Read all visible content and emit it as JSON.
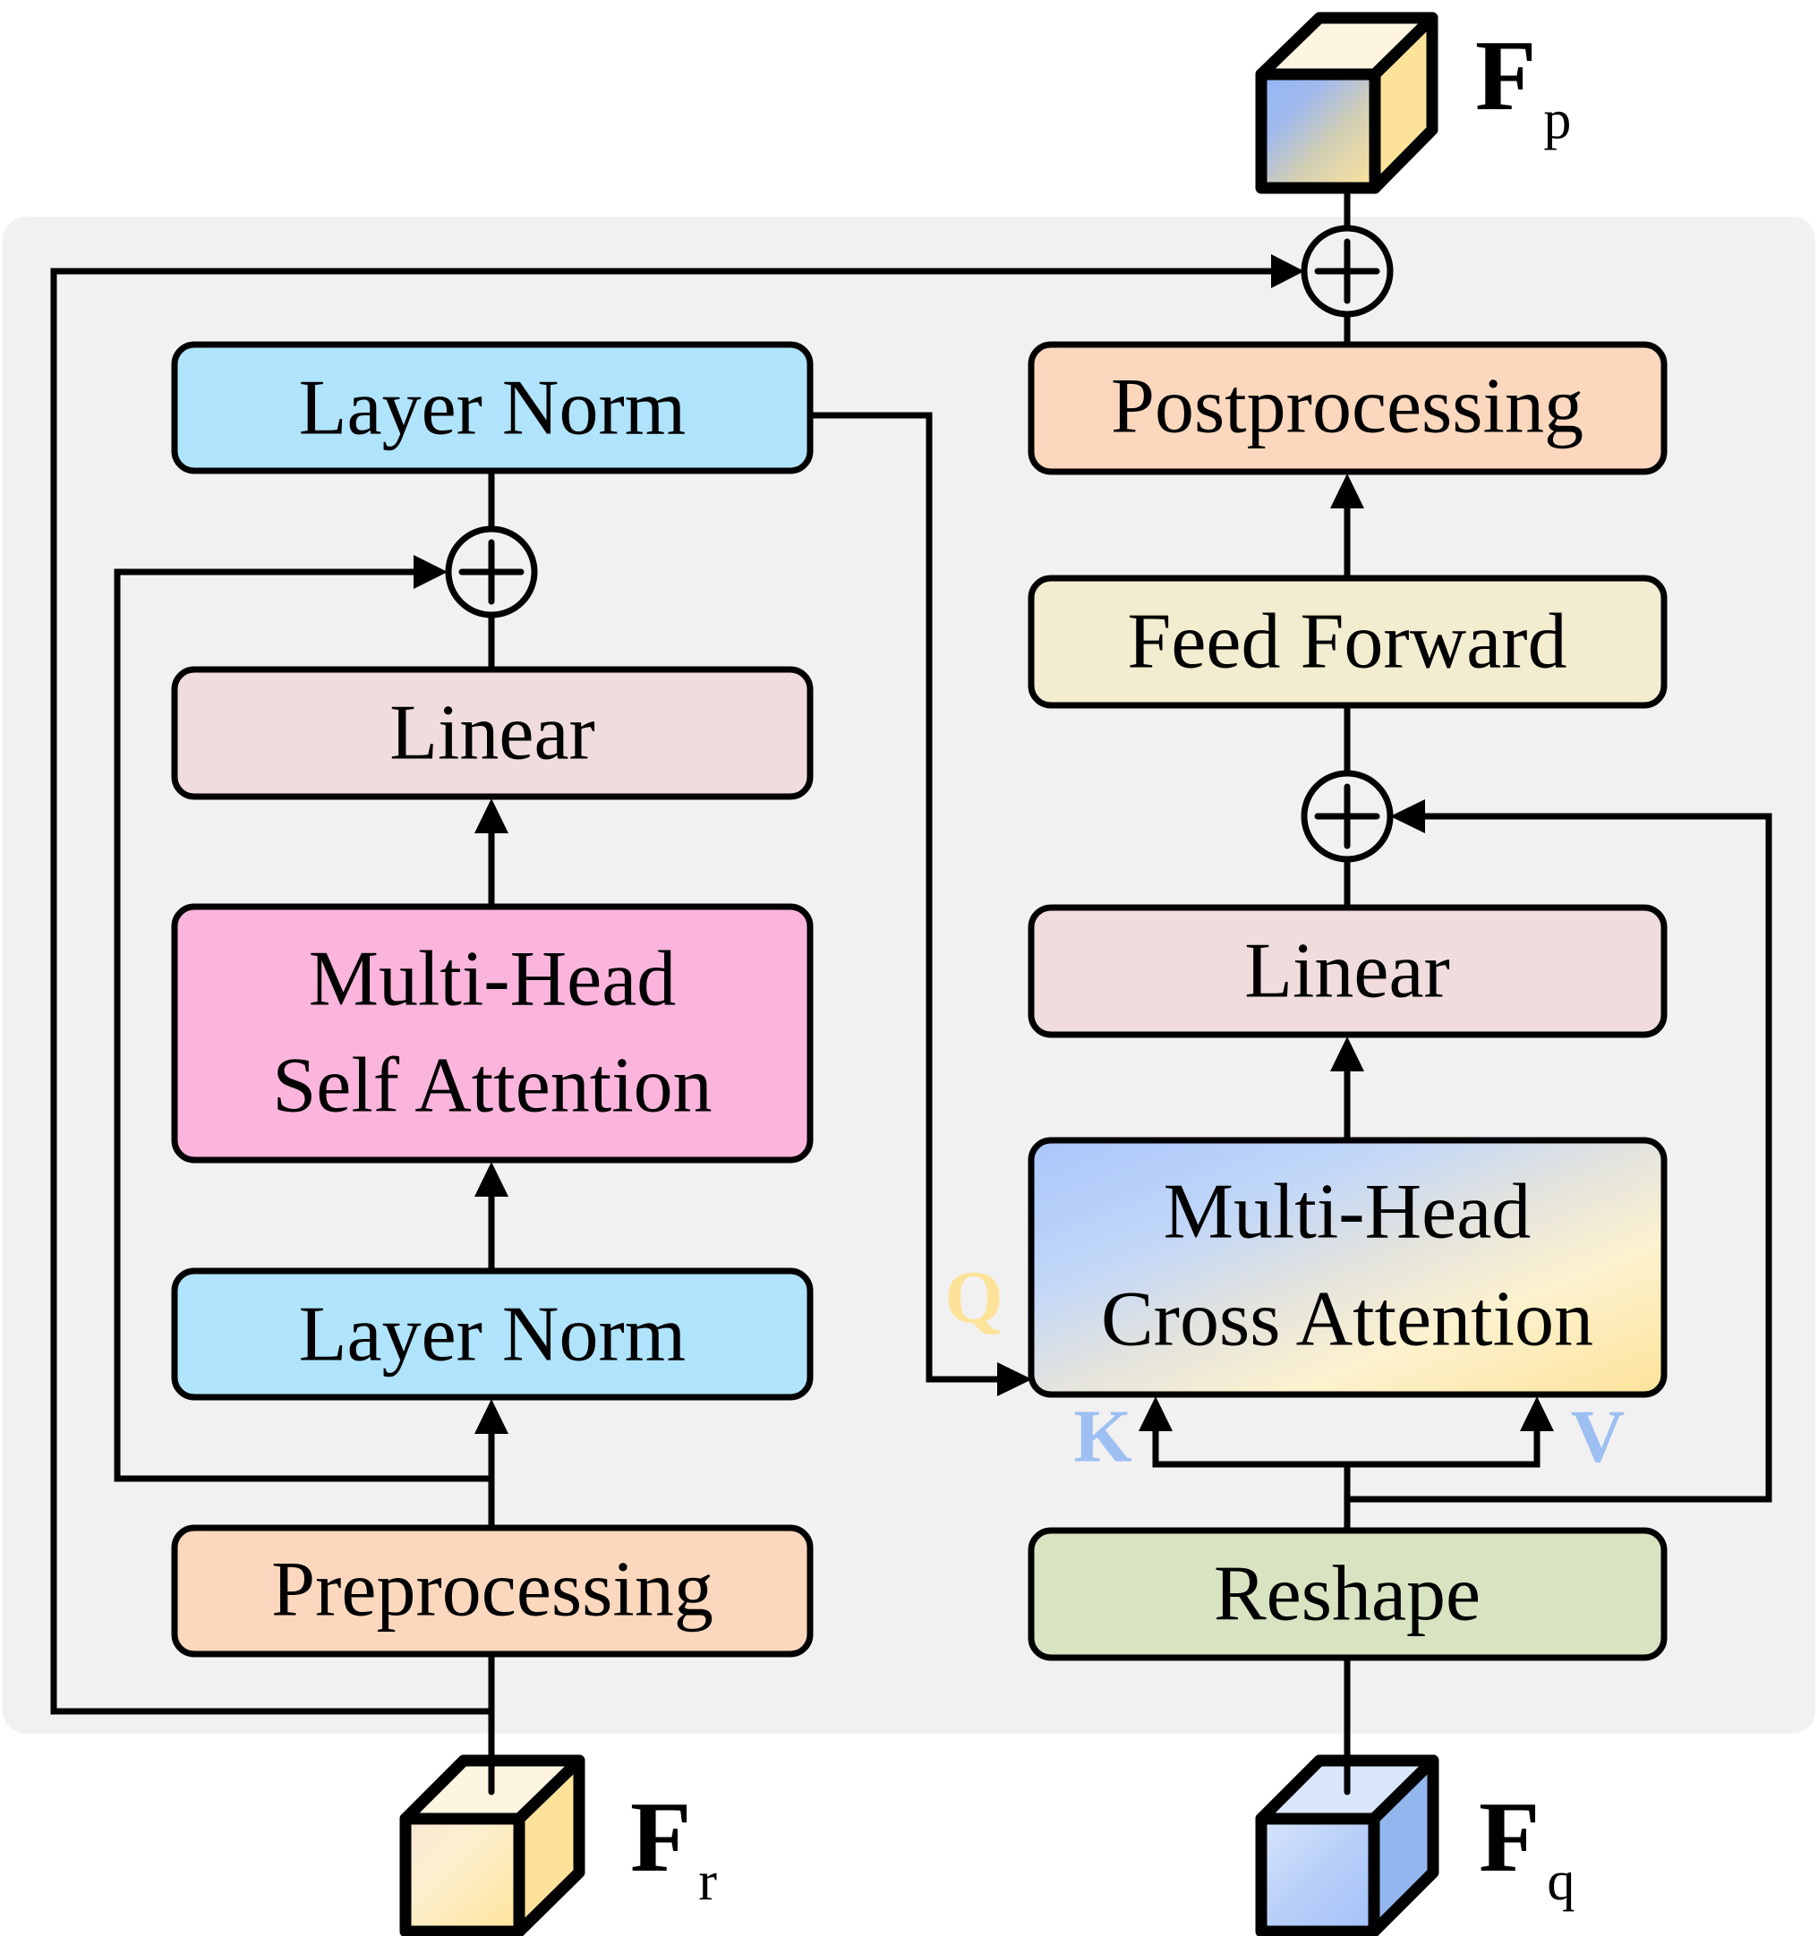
{
  "title": "Cross-attention fusion block",
  "colors": {
    "panel": "#f1f1f1",
    "layer_norm": "#b0e3fc",
    "linear": "#f0dcdc",
    "self_attention": "#fbb5dc",
    "preprocessing": "#fbd8bd",
    "postprocessing": "#fbd8bd",
    "feed_forward": "#f2ecd0",
    "reshape": "#d8e3c2",
    "cross_attention_from": "#a9c6fb",
    "cross_attention_mid": "#e6e3dc",
    "cross_attention_to": "#fde39a",
    "q_label": "#fde39a",
    "kv_label": "#9dbff2",
    "cube_yellow_face": "#fde39a",
    "cube_yellow_top": "#fdf5e0",
    "cube_blue_face": "#a9c6fb",
    "cube_blue_side": "#94b6ee",
    "cube_blue_top": "#d8e5fb"
  },
  "left_branch": {
    "preprocessing": "Preprocessing",
    "layer_norm_1": "Layer Norm",
    "self_attention_line1": "Multi-Head",
    "self_attention_line2": "Self Attention",
    "linear": "Linear",
    "layer_norm_2": "Layer Norm"
  },
  "right_branch": {
    "reshape": "Reshape",
    "cross_attention_line1": "Multi-Head",
    "cross_attention_line2": "Cross Attention",
    "linear": "Linear",
    "feed_forward": "Feed Forward",
    "postprocessing": "Postprocessing"
  },
  "attention_inputs": {
    "q": "Q",
    "k": "K",
    "v": "V"
  },
  "tensors": {
    "input_r": {
      "main": "F",
      "sub": "r"
    },
    "input_q": {
      "main": "F",
      "sub": "q"
    },
    "output_p": {
      "main": "F",
      "sub": "p"
    }
  },
  "operators": {
    "add_symbol": "+"
  }
}
